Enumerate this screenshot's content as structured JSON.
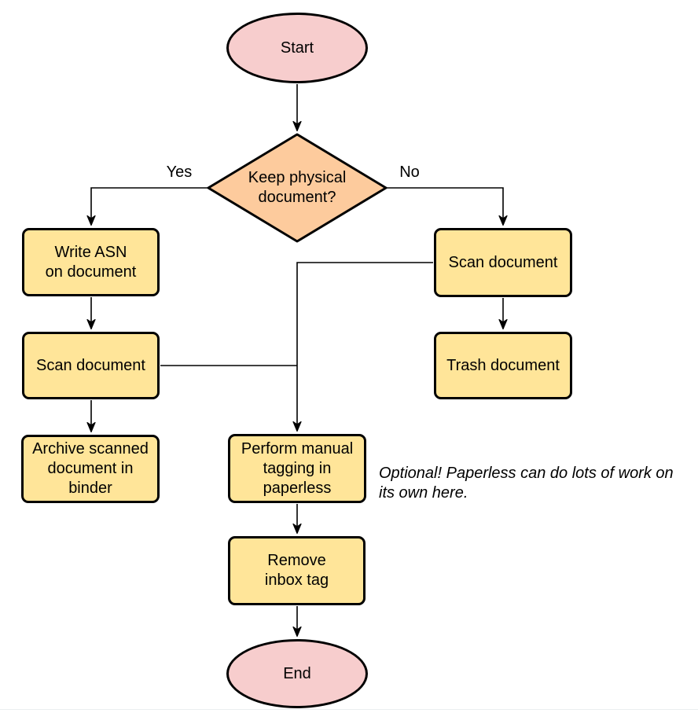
{
  "colors": {
    "canvas_bg": "#FFFFFF",
    "stroke": "#000000",
    "text": "#000000",
    "terminator_fill": "#F7CDCD",
    "decision_fill": "#FDCB9D",
    "process_fill": "#FFE599",
    "bottom_divider": "#EBEEF0"
  },
  "nodes": {
    "start": {
      "type": "terminator",
      "label": "Start"
    },
    "decision": {
      "type": "decision",
      "label": "Keep physical\ndocument?"
    },
    "write_asn": {
      "type": "process",
      "label": "Write ASN\non document"
    },
    "scan_left": {
      "type": "process",
      "label": "Scan document"
    },
    "archive": {
      "type": "process",
      "label": "Archive scanned\ndocument in\nbinder"
    },
    "scan_right": {
      "type": "process",
      "label": "Scan document"
    },
    "trash": {
      "type": "process",
      "label": "Trash document"
    },
    "tagging": {
      "type": "process",
      "label": "Perform manual\ntagging in\npaperless"
    },
    "remove_inbox_tag": {
      "type": "process",
      "label": "Remove\ninbox tag"
    },
    "end": {
      "type": "terminator",
      "label": "End"
    }
  },
  "edge_labels": {
    "yes": "Yes",
    "no": "No"
  },
  "note": {
    "text": "Optional! Paperless can do lots of work on\nits own here."
  },
  "edges": [
    {
      "from": "start",
      "to": "decision"
    },
    {
      "from": "decision",
      "to": "write_asn",
      "label": "Yes"
    },
    {
      "from": "decision",
      "to": "scan_right",
      "label": "No"
    },
    {
      "from": "write_asn",
      "to": "scan_left"
    },
    {
      "from": "scan_left",
      "to": "archive"
    },
    {
      "from": "scan_right",
      "to": "trash"
    },
    {
      "from": "scan_right",
      "to": "tagging"
    },
    {
      "from": "scan_left",
      "to": "tagging"
    },
    {
      "from": "tagging",
      "to": "remove_inbox_tag"
    },
    {
      "from": "remove_inbox_tag",
      "to": "end"
    }
  ]
}
